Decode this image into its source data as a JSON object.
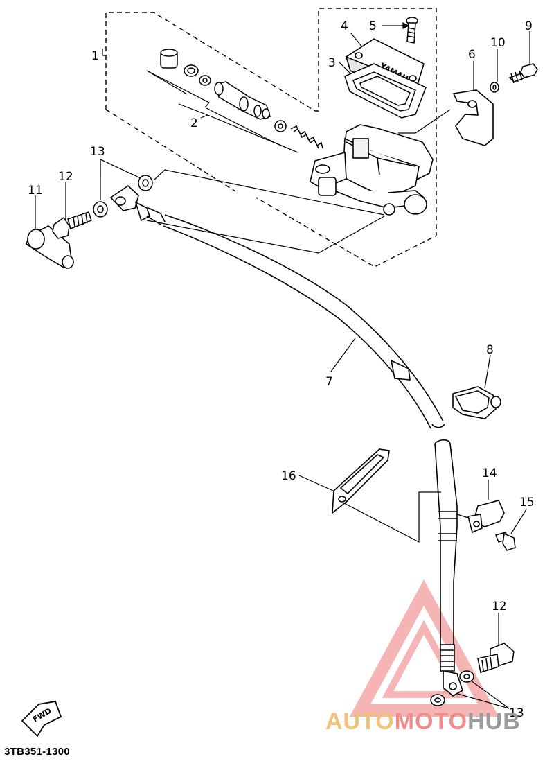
{
  "diagram": {
    "callouts": {
      "c1": "1",
      "c2": "2",
      "c3": "3",
      "c4": "4",
      "c5": "5",
      "c6": "6",
      "c7": "7",
      "c8": "8",
      "c9": "9",
      "c10": "10",
      "c11": "11",
      "c12a": "12",
      "c12b": "12",
      "c13a": "13",
      "c13b": "13",
      "c14": "14",
      "c15": "15",
      "c16": "16"
    },
    "reservoir_cap_text": "YAMAHA",
    "fwd_label": "FWD",
    "part_code": "3TB351-1300"
  },
  "watermark": {
    "part1": "AUTO",
    "part2": "MOTO",
    "part3": "HUB",
    "colors": {
      "auto": "#f3c27a",
      "moto": "#f28c8c",
      "hub": "#9a9a9a"
    }
  }
}
